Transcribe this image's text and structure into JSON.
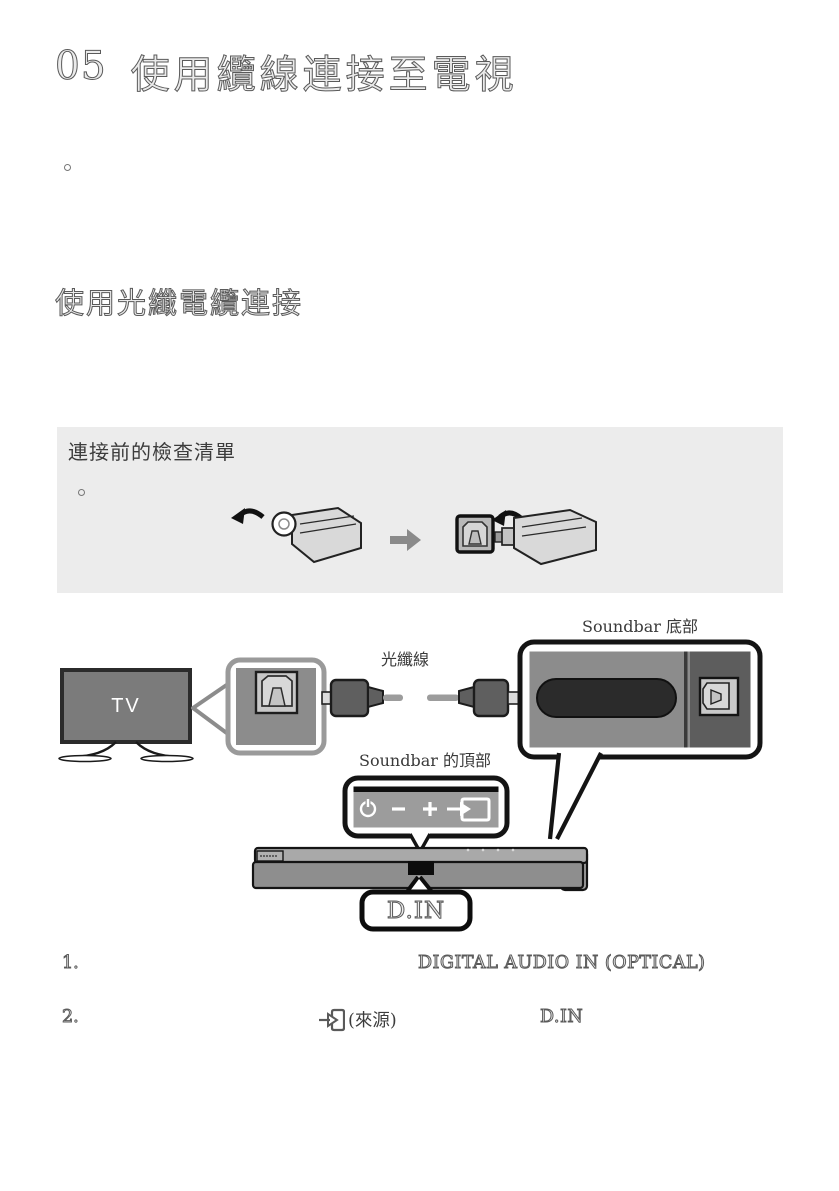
{
  "page": {
    "chapter_number": "05",
    "chapter_title": "使用纜線連接至電視",
    "section_title": "使用光纖電纜連接"
  },
  "checklist": {
    "title": "連接前的檢查清單"
  },
  "diagram": {
    "soundbar_bottom_label": "Soundbar 底部",
    "optical_cable_label": "光纖線",
    "soundbar_top_label": "Soundbar 的頂部",
    "tv_label": "TV",
    "din_label": "D.IN",
    "top_panel_icons": [
      "power-icon",
      "volume-down-icon",
      "volume-up-icon",
      "source-icon"
    ]
  },
  "steps": [
    {
      "number": "1.",
      "highlight": "DIGITAL AUDIO IN (OPTICAL)"
    },
    {
      "number": "2.",
      "source_label": "(來源)",
      "din_label": "D.IN"
    }
  ],
  "colors": {
    "page_background": "#ffffff",
    "checklist_background": "#ececec",
    "body_text": "#3c3c3c",
    "outline_text_stroke": "#5a5a5a",
    "tv_screen": "#7b7b7b",
    "panel_gray": "#8c8c8c",
    "dark_recess": "#2b2b2b"
  }
}
